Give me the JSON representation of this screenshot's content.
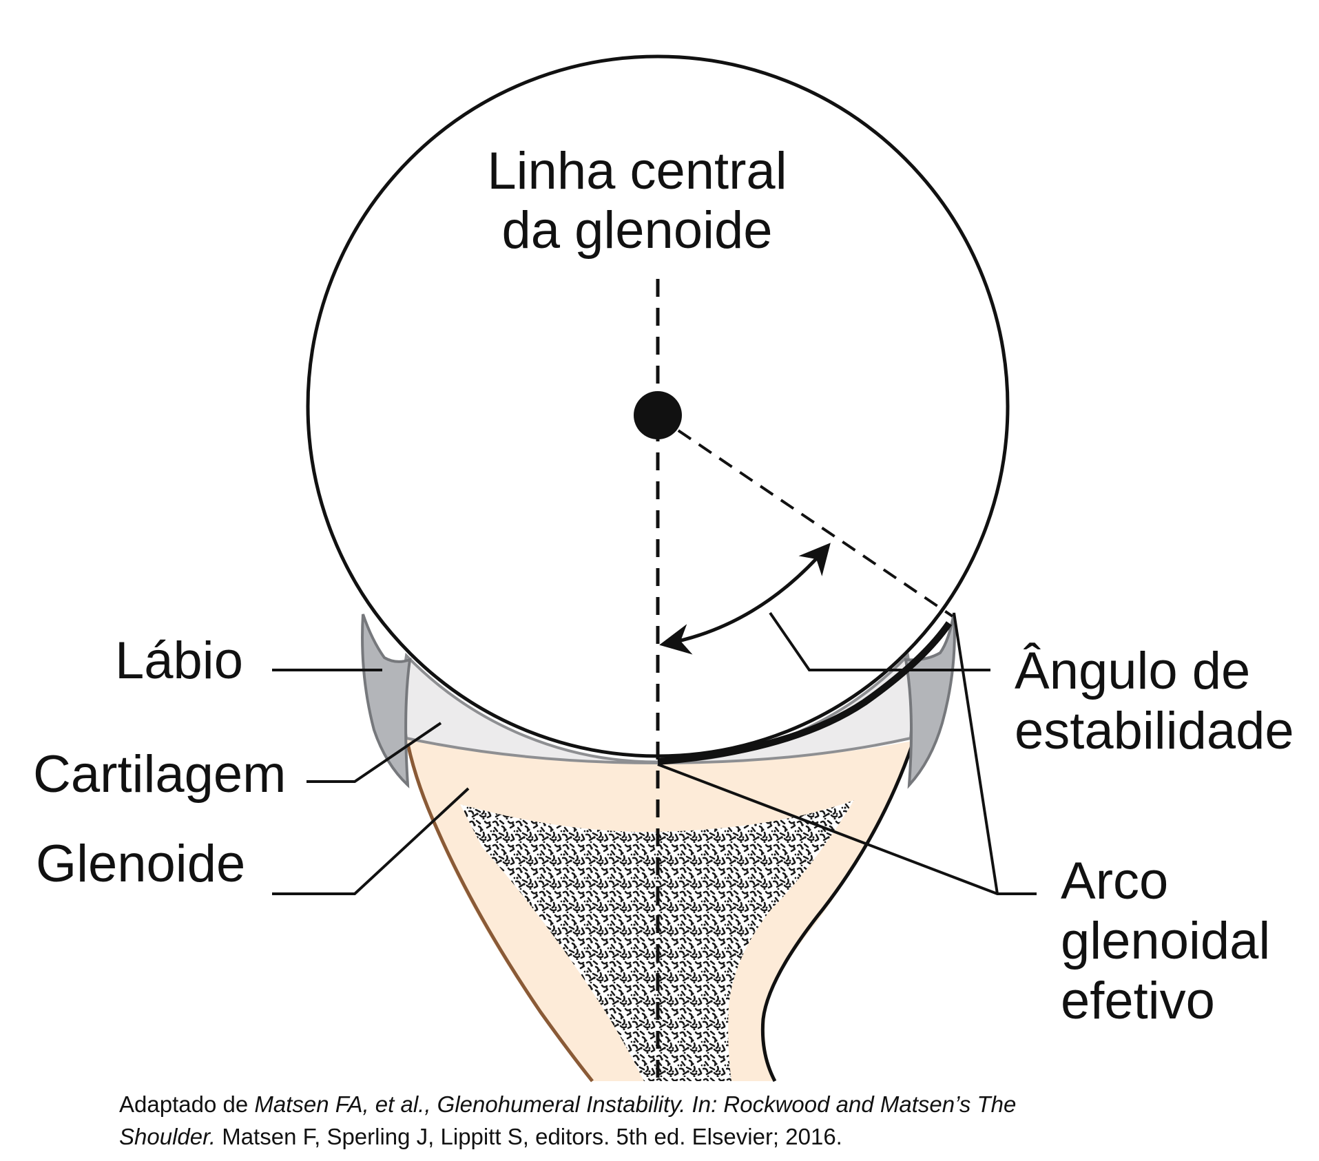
{
  "labels": {
    "center_line_1": "Linha central",
    "center_line_2": "da glenoide",
    "labrum": "Lábio",
    "cartilage": "Cartilagem",
    "glenoid": "Glenoide",
    "stability_angle_1": "Ângulo de",
    "stability_angle_2": "estabilidade",
    "effective_arc_1": "Arco",
    "effective_arc_2": "glenoidal",
    "effective_arc_3": "efetivo"
  },
  "caption": {
    "prefix": "Adaptado de ",
    "italic_1": "Matsen FA, et al., Glenohumeral Instability. In: Rockwood and Matsen’s The",
    "italic_2": "Shoulder.",
    "suffix": " Matsen F, Sperling J, Lippitt S, editors. 5th ed. Elsevier; 2016."
  },
  "colors": {
    "bone": "#fdebd8",
    "bone_outline": "#8a5a36",
    "cartilage": "#ecebec",
    "labrum": "#b3b5b9",
    "labrum_outline": "#76787c",
    "line": "#111111"
  }
}
